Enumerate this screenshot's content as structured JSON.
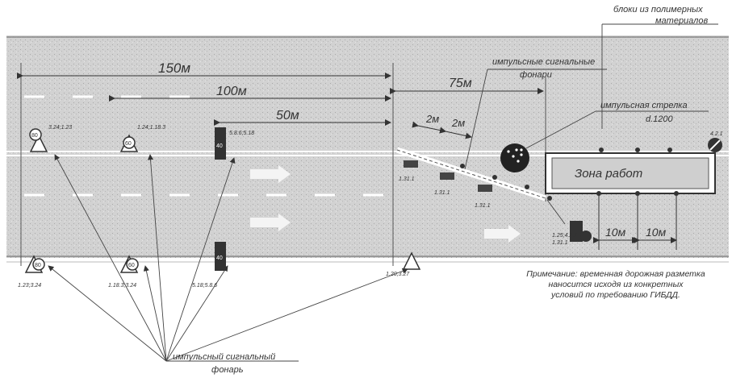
{
  "dimensions": {
    "d150": "150м",
    "d100": "100м",
    "d50": "50м",
    "d75": "75м",
    "d2a": "2м",
    "d2b": "2м",
    "d10a": "10м",
    "d10b": "10м"
  },
  "labels": {
    "blocks_line1": "блоки из полимерных",
    "blocks_line2": "материалов",
    "impulse_lamps_line1": "импульсные сигнальные",
    "impulse_lamps_line2": "фонари",
    "impulse_arrow_line1": "импульсная стрелка",
    "impulse_arrow_line2": "d.1200",
    "work_zone": "Зона работ",
    "impulse_lamp_line1": "импульсный сигнальный",
    "impulse_lamp_line2": "фонарь"
  },
  "sign_codes": {
    "top_1": "3.24;1.23",
    "top_2": "1.24;1.18.3",
    "top_3": "5.8.6;5.18",
    "bot_1": "1.23;3.24",
    "bot_2": "1.18.3;3.24",
    "bot_3": "5.18;5.8.6",
    "bot_4": "1.20;3.27",
    "right_1": "4.2.1",
    "mid_left": "1.31.1",
    "mid_2": "1.31.1",
    "mid_3": "1.31.1",
    "bottom_right": "1.25;4.2.1",
    "bottom_right2": "1.31.1"
  },
  "sign_numbers": {
    "speed_80": "80",
    "speed_60": "60",
    "speed_40": "40",
    "speed_80b": "80",
    "speed_60b": "60",
    "speed_40b": "40"
  },
  "note": {
    "line1": "Примечание: временная дорожная разметка",
    "line2": "наносится исходя из конкретных",
    "line3": "условий по требованию ГИБДД."
  }
}
